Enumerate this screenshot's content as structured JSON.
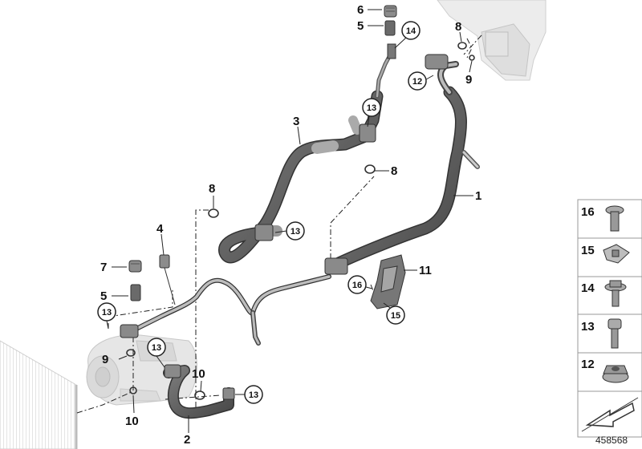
{
  "diagram": {
    "reference_number": "458568",
    "callouts": [
      {
        "id": "c1",
        "text": "1",
        "circled": false
      },
      {
        "id": "c2",
        "text": "2",
        "circled": false
      },
      {
        "id": "c3",
        "text": "3",
        "circled": false
      },
      {
        "id": "c4",
        "text": "4",
        "circled": false
      },
      {
        "id": "c5a",
        "text": "5",
        "circled": false
      },
      {
        "id": "c5b",
        "text": "5",
        "circled": false
      },
      {
        "id": "c6",
        "text": "6",
        "circled": false
      },
      {
        "id": "c7",
        "text": "7",
        "circled": false
      },
      {
        "id": "c8a",
        "text": "8",
        "circled": false
      },
      {
        "id": "c8b",
        "text": "8",
        "circled": false
      },
      {
        "id": "c8c",
        "text": "8",
        "circled": false
      },
      {
        "id": "c9a",
        "text": "9",
        "circled": false
      },
      {
        "id": "c9b",
        "text": "9",
        "circled": false
      },
      {
        "id": "c10a",
        "text": "10",
        "circled": false
      },
      {
        "id": "c10b",
        "text": "10",
        "circled": false
      },
      {
        "id": "c11",
        "text": "11",
        "circled": false
      },
      {
        "id": "c12",
        "text": "12",
        "circled": true
      },
      {
        "id": "c13a",
        "text": "13",
        "circled": true
      },
      {
        "id": "c13b",
        "text": "13",
        "circled": true
      },
      {
        "id": "c13c",
        "text": "13",
        "circled": true
      },
      {
        "id": "c13d",
        "text": "13",
        "circled": true
      },
      {
        "id": "c13e",
        "text": "13",
        "circled": true
      },
      {
        "id": "c14",
        "text": "14",
        "circled": true
      },
      {
        "id": "c15",
        "text": "15",
        "circled": true
      },
      {
        "id": "c16",
        "text": "16",
        "circled": true
      }
    ],
    "legend": [
      {
        "number": "16",
        "icon": "torx-screw-icon"
      },
      {
        "number": "15",
        "icon": "clip-nut-icon"
      },
      {
        "number": "14",
        "icon": "hex-flange-bolt-icon"
      },
      {
        "number": "13",
        "icon": "socket-head-bolt-icon"
      },
      {
        "number": "12",
        "icon": "hex-flange-nut-icon"
      }
    ],
    "corner_icon": "direction-arrow-icon"
  }
}
